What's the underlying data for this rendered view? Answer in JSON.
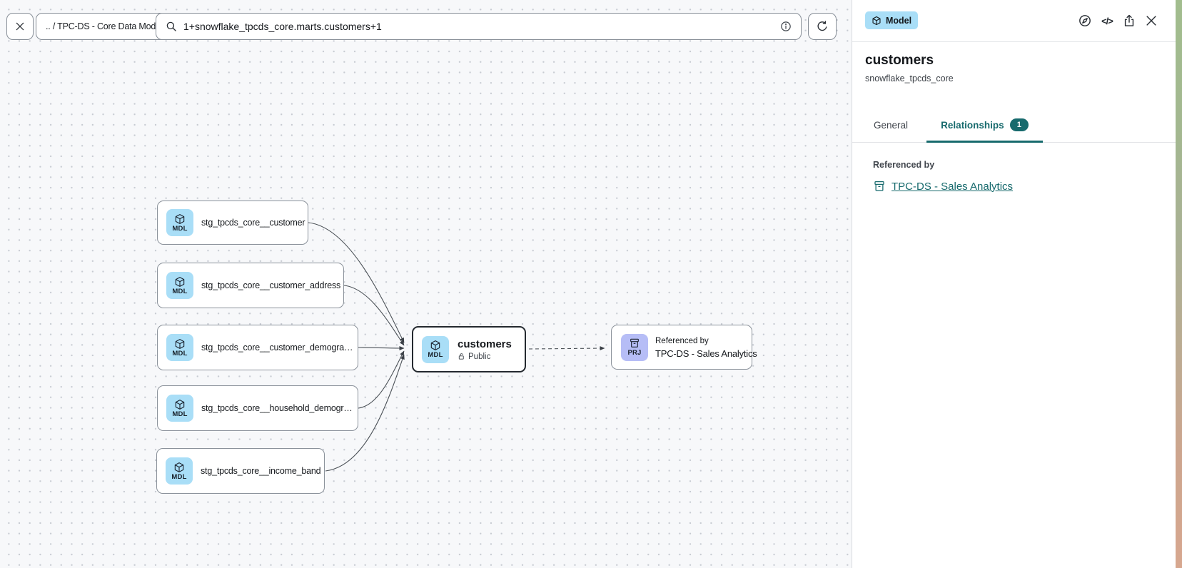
{
  "toolbar": {
    "breadcrumb": ".. / TPC-DS - Core Data Models",
    "search_value": "1+snowflake_tpcds_core.marts.customers+1"
  },
  "panel": {
    "type_badge": "Model",
    "title": "customers",
    "subtitle": "snowflake_tpcds_core",
    "tabs": [
      {
        "label": "General",
        "active": false
      },
      {
        "label": "Relationships",
        "active": true,
        "badge": "1"
      }
    ],
    "section_label": "Referenced by",
    "reference_link": "TPC-DS - Sales Analytics",
    "code_icon_glyph": "</>"
  },
  "canvas": {
    "upstream_nodes": [
      {
        "badge": "MDL",
        "label": "stg_tpcds_core__customer"
      },
      {
        "badge": "MDL",
        "label": "stg_tpcds_core__customer_address"
      },
      {
        "badge": "MDL",
        "label": "stg_tpcds_core__customer_demogra…"
      },
      {
        "badge": "MDL",
        "label": "stg_tpcds_core__household_demogr…"
      },
      {
        "badge": "MDL",
        "label": "stg_tpcds_core__income_band"
      }
    ],
    "selected_node": {
      "badge": "MDL",
      "label": "customers",
      "visibility": "Public"
    },
    "referenced_node": {
      "badge": "PRJ",
      "kicker": "Referenced by",
      "label": "TPC-DS - Sales Analytics"
    }
  },
  "colors": {
    "accent_teal": "#176a6d",
    "model_badge_blue": "#a9def7",
    "project_badge_purple": "#b6bdf6",
    "canvas_bg": "#f7f8fa",
    "edge_gray": "#4b5157"
  }
}
